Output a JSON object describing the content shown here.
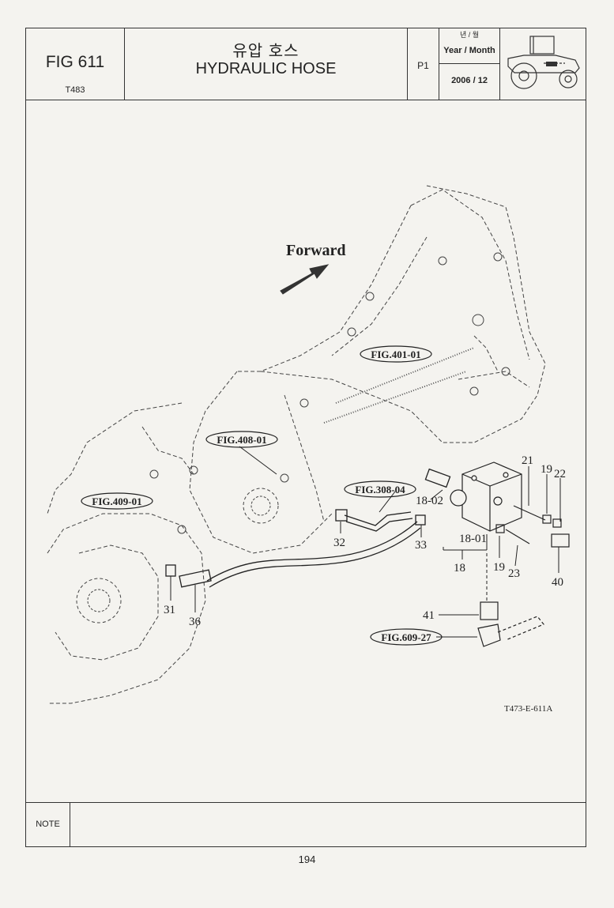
{
  "header": {
    "fig_code": "FIG 611",
    "model": "T483",
    "title_ko": "유압 호스",
    "title_en": "HYDRAULIC HOSE",
    "page": "P1",
    "date_label_ko": "년 / 월",
    "date_label": "Year / Month",
    "date_value": "2006 / 12"
  },
  "diagram": {
    "forward_label": "Forward",
    "drawing_code": "T473-E-611A",
    "fig_refs": [
      "FIG.401-01",
      "FIG.408-01",
      "FIG.409-01",
      "FIG.308-04",
      "FIG.609-27"
    ],
    "part_numbers": [
      "21",
      "19",
      "22",
      "18-02",
      "18-01",
      "18",
      "19",
      "23",
      "40",
      "32",
      "33",
      "31",
      "36",
      "41"
    ]
  },
  "footer": {
    "note_label": "NOTE",
    "page_number": "194"
  }
}
